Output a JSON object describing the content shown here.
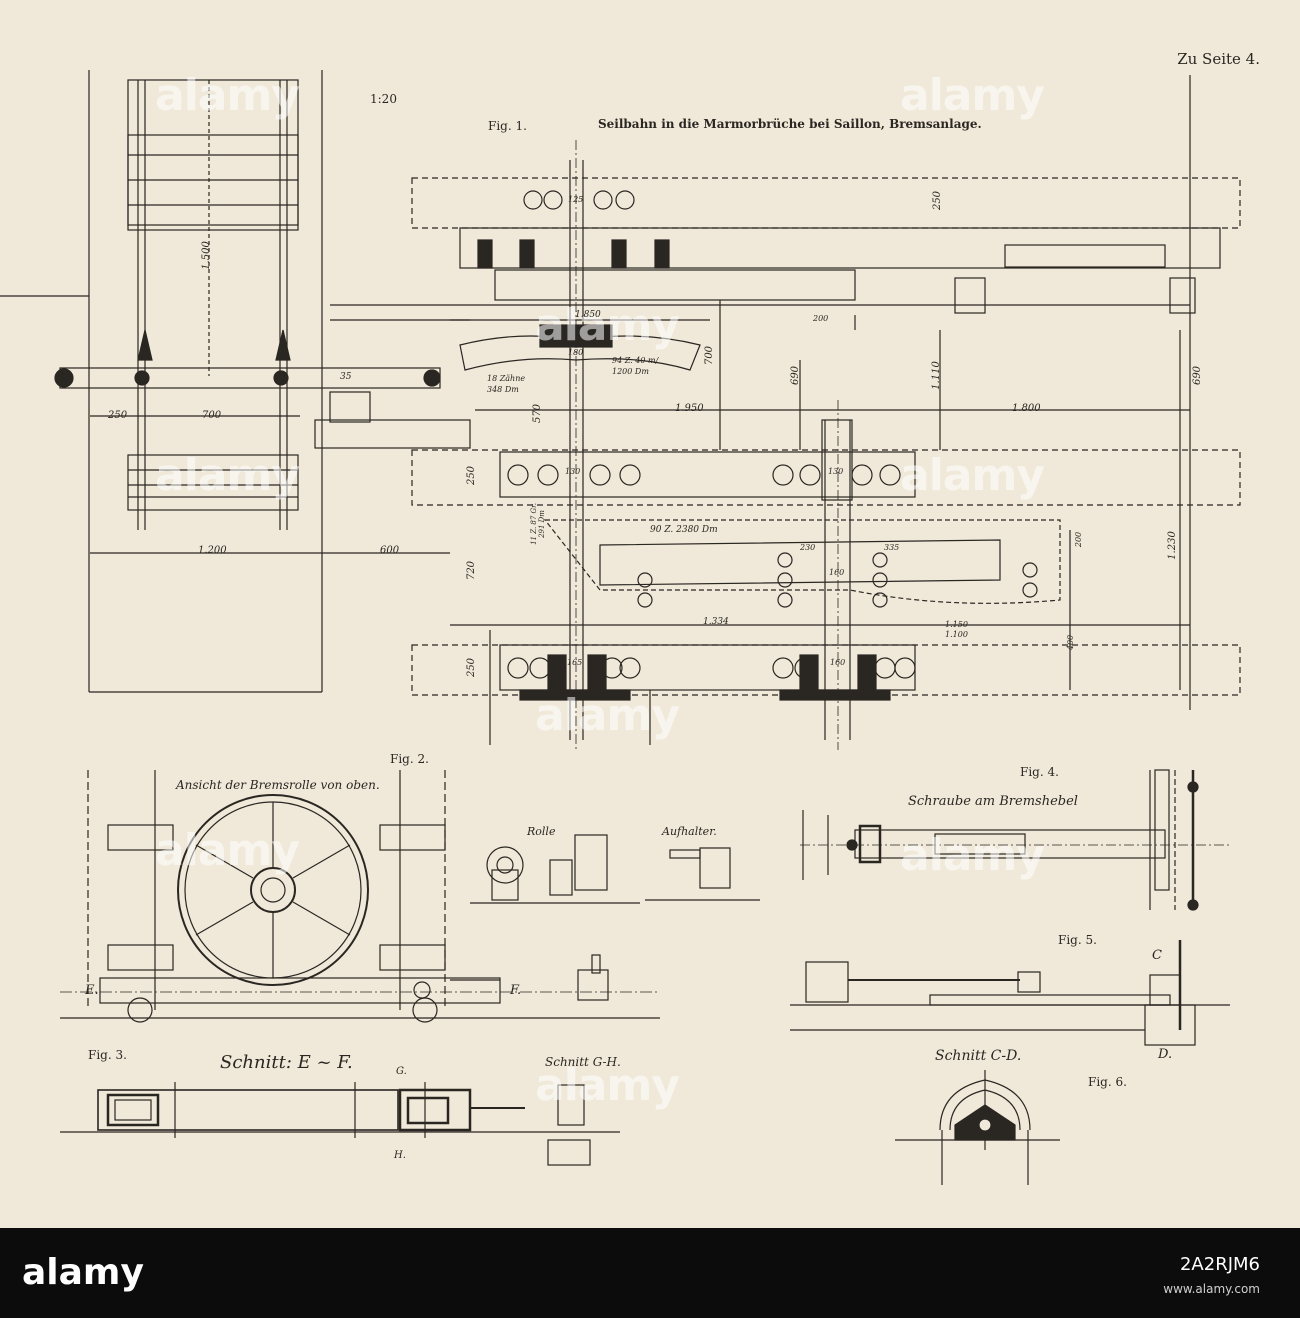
{
  "header": {
    "page_ref": "Zu Seite 4.",
    "scale": "1:20",
    "title": "Seilbahn in die Marmorbrüche bei Saillon, Bremsanlage."
  },
  "figures": {
    "fig1": "Fig. 1.",
    "fig2": "Fig. 2.",
    "fig3": "Fig. 3.",
    "fig4": "Fig. 4.",
    "fig5": "Fig. 5.",
    "fig6": "Fig. 6."
  },
  "captions": {
    "fig2_view": "Ansicht der Bremsrolle von oben.",
    "rolle": "Rolle",
    "aufhalter": "Aufhalter.",
    "fig4_caption": "Schraube am Bremshebel",
    "schnitt_ef": "Schnitt: E ~ F.",
    "schnitt_gh": "Schnitt G-H.",
    "schnitt_cd": "Schnitt C-D."
  },
  "letters": {
    "E": "E.",
    "F": "F.",
    "G": "G.",
    "H": "H.",
    "C": "C",
    "D": "D."
  },
  "dimensions": {
    "d1500": "1.500",
    "d250a": "250",
    "d700": "700",
    "d1200": "1.200",
    "d600": "600",
    "d35": "35",
    "d125": "125",
    "d250b": "250",
    "d1850": "1.850",
    "d180": "180",
    "gear1": "94 Z. 40 m/",
    "gear1b": "1200 Dm",
    "gear2": "18 Zähne",
    "gear2b": "348 Dm",
    "d700b": "700",
    "d690": "690",
    "d1110": "1.110",
    "d690b": "690",
    "d570": "570",
    "d1950": "1.950",
    "d1800": "1.800",
    "d200": "200",
    "d130a": "130",
    "d130b": "130",
    "d250c": "250",
    "gear3": "90 Z. 2380 Dm",
    "gear4": "11 Z. 87 Gr.",
    "gear4b": "291 Dm",
    "d720": "720",
    "d1230": "1.230",
    "d230": "230",
    "d335": "335",
    "d160a": "160",
    "d200b": "200",
    "d1334": "1.334",
    "d1150": "1.150",
    "d1100": "1.100",
    "d165": "165",
    "d160b": "160",
    "d250d": "250",
    "d400": "400"
  },
  "watermark": "alamy",
  "footer": {
    "brand": "alamy",
    "image_id": "2A2RJM6",
    "url": "www.alamy.com"
  }
}
